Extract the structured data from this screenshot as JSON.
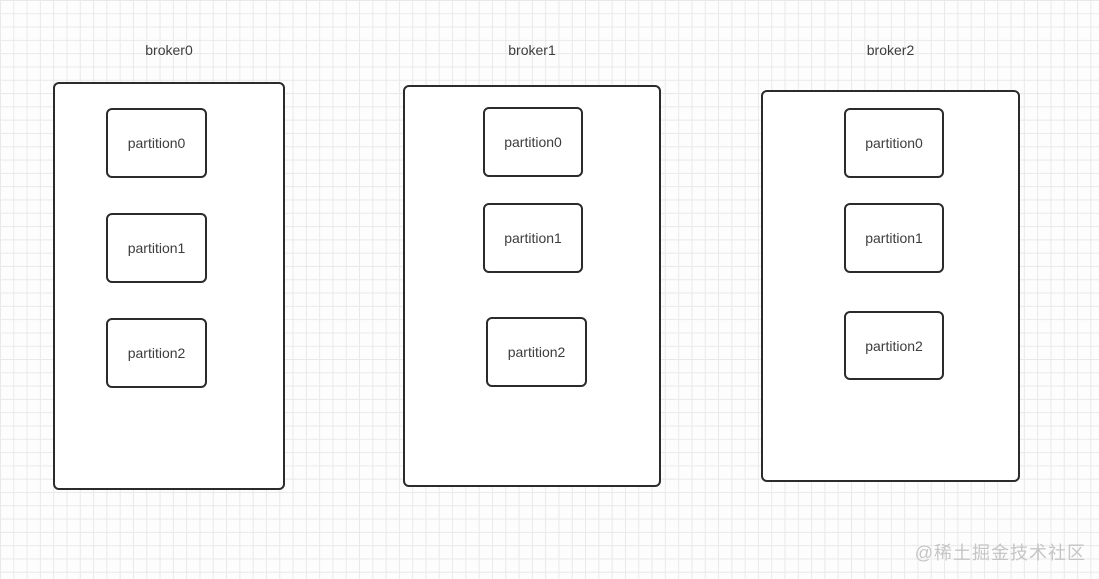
{
  "diagram": {
    "brokers": [
      {
        "label": "broker0",
        "partitions": [
          "partition0",
          "partition1",
          "partition2"
        ]
      },
      {
        "label": "broker1",
        "partitions": [
          "partition0",
          "partition1",
          "partition2"
        ]
      },
      {
        "label": "broker2",
        "partitions": [
          "partition0",
          "partition1",
          "partition2"
        ]
      }
    ],
    "watermark": "@稀土掘金技术社区",
    "colors": {
      "border": "#2b2b2b",
      "fill": "#ffffff",
      "text": "#3d3d3d",
      "grid": "#e9e9e9",
      "bg": "#fdfdfd",
      "watermark": "#c5c5c5"
    }
  }
}
